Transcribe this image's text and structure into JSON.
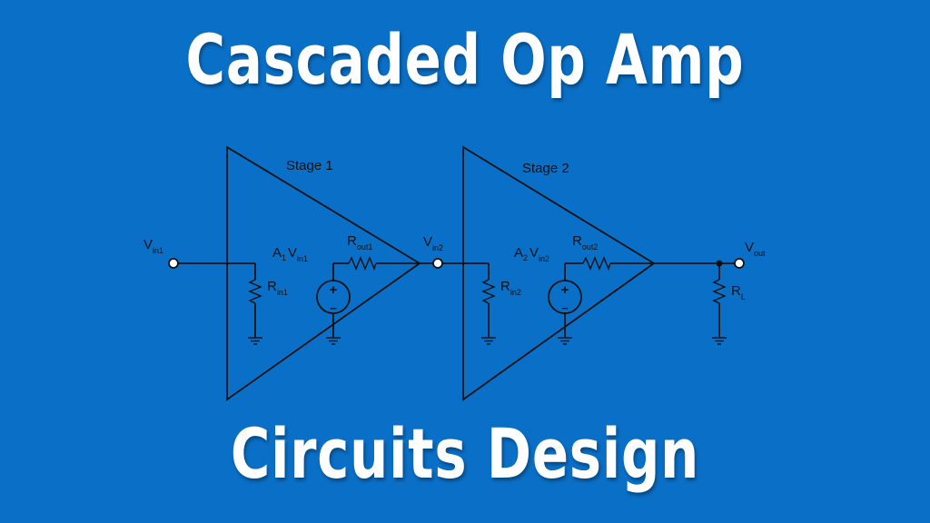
{
  "title_top": "Cascaded Op Amp",
  "title_bottom": "Circuits Design",
  "colors": {
    "background": "#0a6fc6",
    "title_text": "#ffffff",
    "line": "#111111"
  },
  "diagram": {
    "stage1": {
      "label": "Stage 1",
      "vin": {
        "main": "V",
        "sub": "in1"
      },
      "rin": {
        "main": "R",
        "sub": "in1"
      },
      "source": {
        "pre": "A",
        "pre_sub": "1",
        "main": "V",
        "sub": "in1"
      },
      "rout": {
        "main": "R",
        "sub": "out1"
      }
    },
    "stage2": {
      "label": "Stage 2",
      "vin": {
        "main": "V",
        "sub": "in2"
      },
      "rin": {
        "main": "R",
        "sub": "in2"
      },
      "source": {
        "pre": "A",
        "pre_sub": "2",
        "main": "V",
        "sub": "in2"
      },
      "rout": {
        "main": "R",
        "sub": "out2"
      }
    },
    "vout": {
      "main": "V",
      "sub": "out"
    },
    "rl": {
      "main": "R",
      "sub": "L"
    },
    "source_symbols": {
      "plus": "+",
      "minus": "−"
    }
  }
}
